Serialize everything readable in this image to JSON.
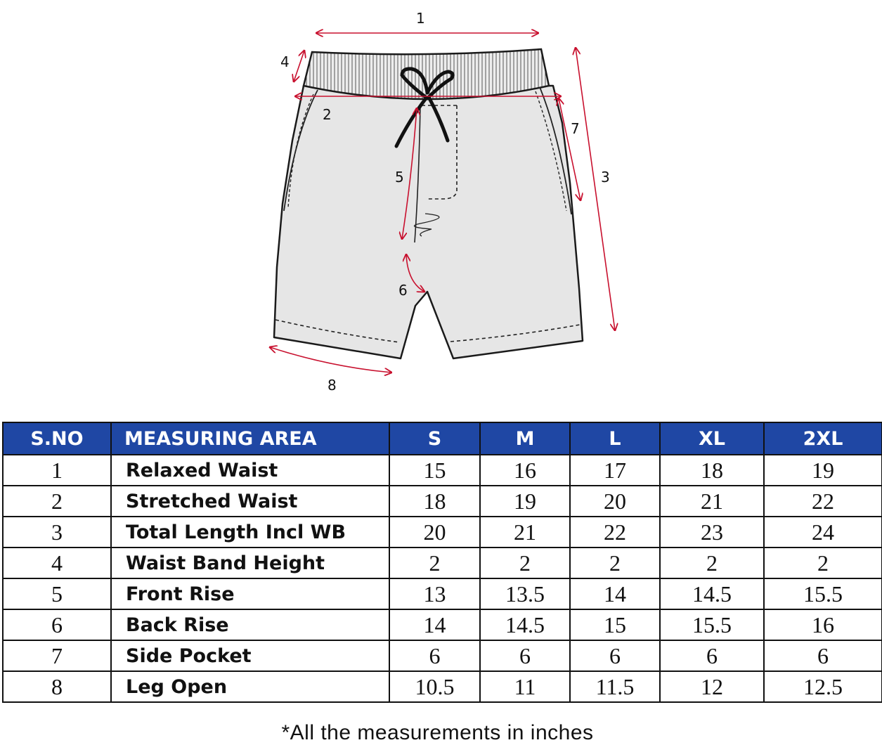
{
  "diagram": {
    "callouts": [
      {
        "id": "1",
        "label": "1"
      },
      {
        "id": "2",
        "label": "2"
      },
      {
        "id": "3",
        "label": "3"
      },
      {
        "id": "4",
        "label": "4"
      },
      {
        "id": "5",
        "label": "5"
      },
      {
        "id": "6",
        "label": "6"
      },
      {
        "id": "7",
        "label": "7"
      },
      {
        "id": "8",
        "label": "8"
      }
    ],
    "colors": {
      "arrow": "#c8102e",
      "garment_fill": "#e6e6e6",
      "outline": "#1a1a1a",
      "header_bg": "#1f47a4"
    }
  },
  "table": {
    "headers": [
      "S.NO",
      "MEASURING AREA",
      "S",
      "M",
      "L",
      "XL",
      "2XL"
    ],
    "rows": [
      {
        "sno": "1",
        "area": "Relaxed Waist",
        "values": [
          "15",
          "16",
          "17",
          "18",
          "19"
        ]
      },
      {
        "sno": "2",
        "area": "Stretched Waist",
        "values": [
          "18",
          "19",
          "20",
          "21",
          "22"
        ]
      },
      {
        "sno": "3",
        "area": "Total Length Incl WB",
        "values": [
          "20",
          "21",
          "22",
          "23",
          "24"
        ]
      },
      {
        "sno": "4",
        "area": "Waist Band Height",
        "values": [
          "2",
          "2",
          "2",
          "2",
          "2"
        ]
      },
      {
        "sno": "5",
        "area": "Front Rise",
        "values": [
          "13",
          "13.5",
          "14",
          "14.5",
          "15.5"
        ]
      },
      {
        "sno": "6",
        "area": "Back Rise",
        "values": [
          "14",
          "14.5",
          "15",
          "15.5",
          "16"
        ]
      },
      {
        "sno": "7",
        "area": "Side Pocket",
        "values": [
          "6",
          "6",
          "6",
          "6",
          "6"
        ]
      },
      {
        "sno": "8",
        "area": "Leg Open",
        "values": [
          "10.5",
          "11",
          "11.5",
          "12",
          "12.5"
        ]
      }
    ]
  },
  "footnote": "*All the measurements in inches"
}
